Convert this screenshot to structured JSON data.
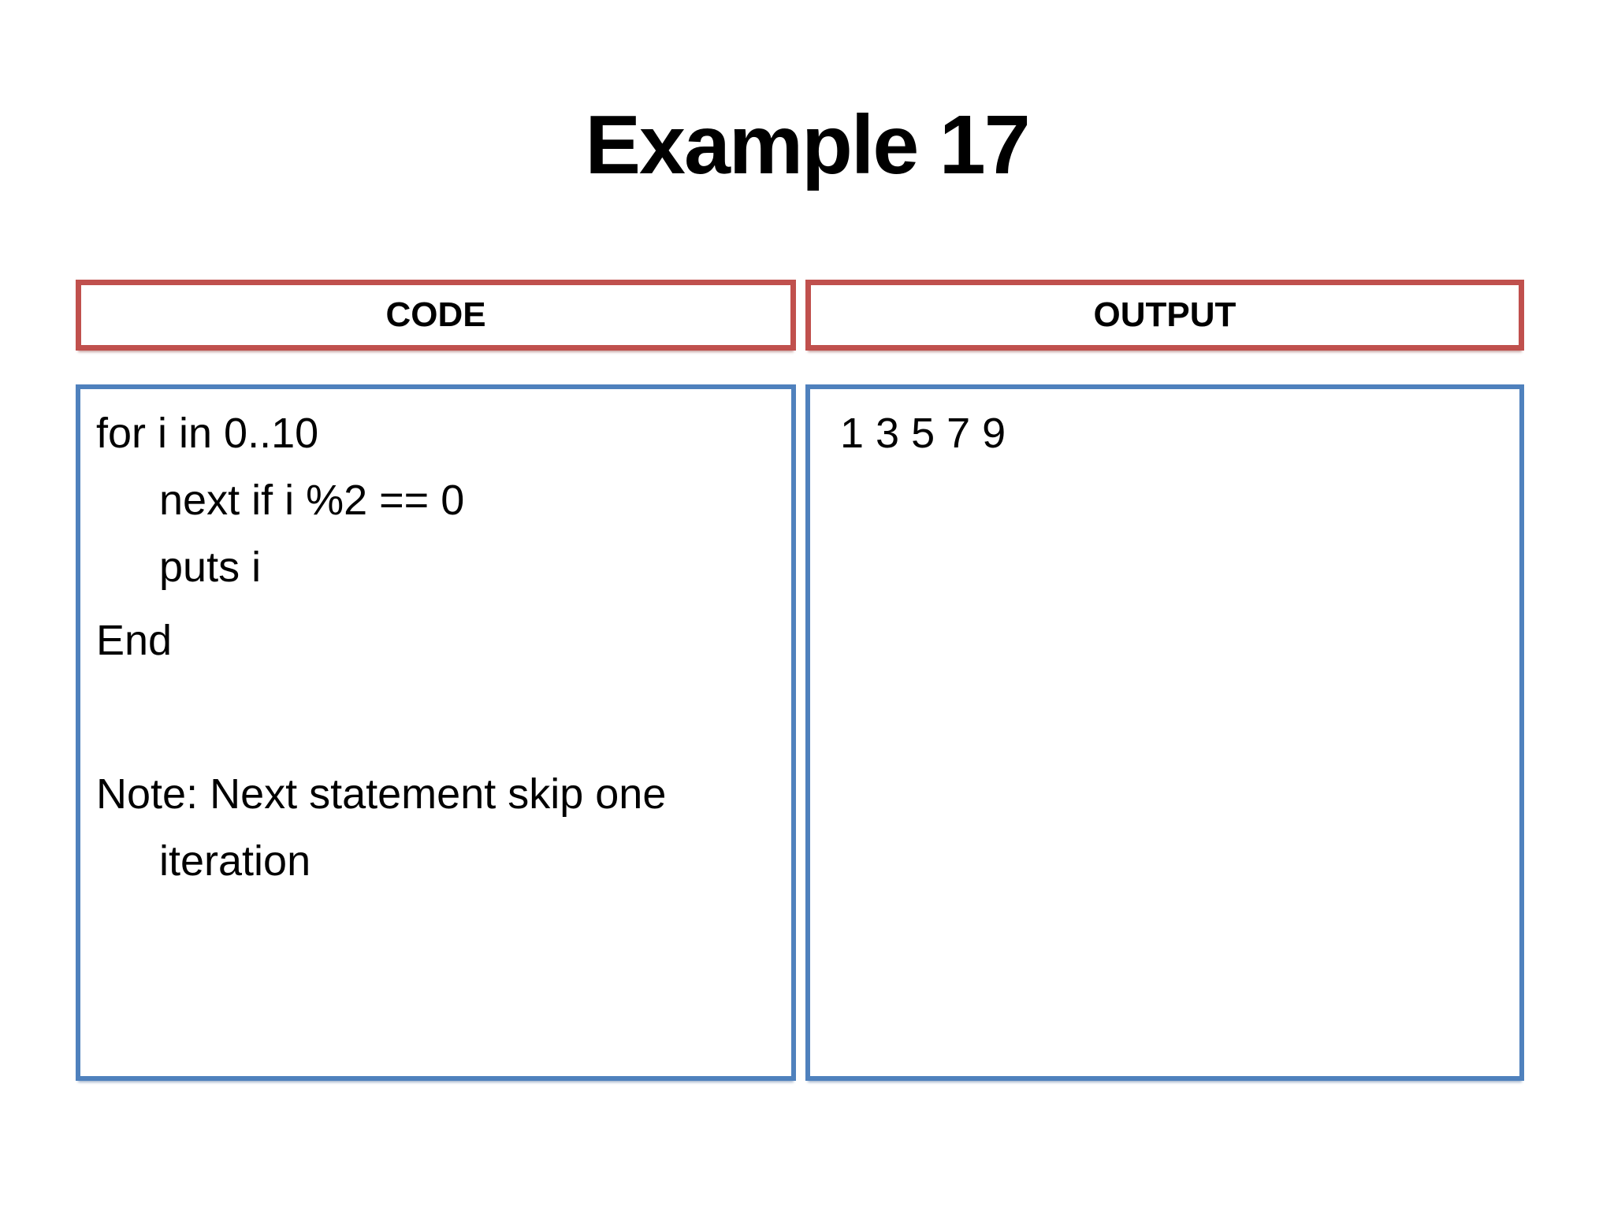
{
  "slide": {
    "title": "Example 17"
  },
  "panels": {
    "code": {
      "header": "CODE",
      "lines": [
        {
          "text": "for i in 0..10",
          "indent": 0
        },
        {
          "text": "next if i %2 == 0",
          "indent": 1
        },
        {
          "text": "puts i",
          "indent": 1
        },
        {
          "text": "End",
          "indent": 0
        }
      ],
      "note_lines": [
        {
          "text": "Note: Next statement skip one",
          "indent": 0
        },
        {
          "text": "iteration",
          "indent": 1
        }
      ]
    },
    "output": {
      "header": "OUTPUT",
      "lines": [
        {
          "text": "1 3 5 7 9"
        }
      ]
    }
  },
  "colors": {
    "header_border": "#C0504D",
    "content_border": "#4F81BD",
    "text": "#000000",
    "background": "#FFFFFF"
  }
}
